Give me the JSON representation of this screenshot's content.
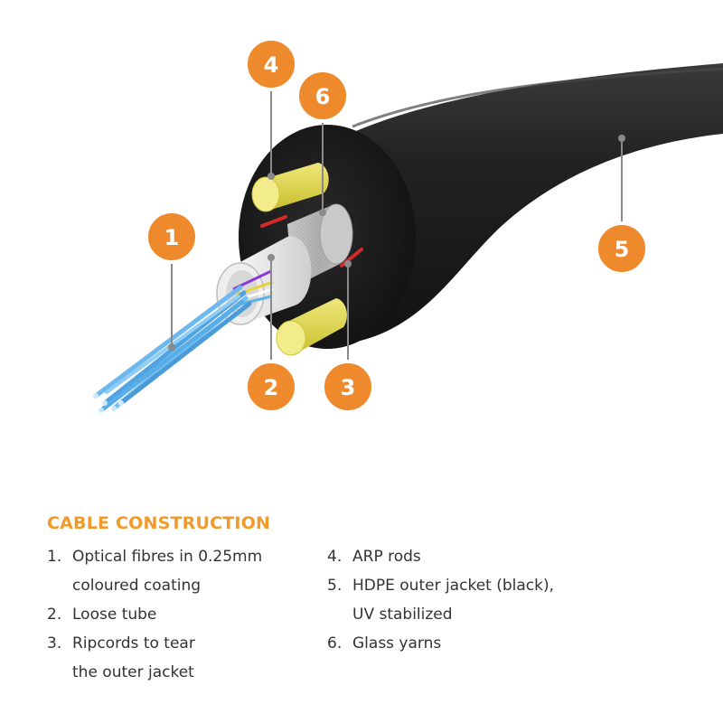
{
  "labels": [
    "1",
    "2",
    "3",
    "4",
    "5",
    "6"
  ],
  "colors": {
    "badge": "#ee8a2c",
    "title": "#f19a2c",
    "jacket": "#1f1f1f",
    "fibre": "#5fb0e8",
    "rod": "#e0d94c",
    "ripcord": "#d42a2a",
    "yarn": "#b9b9b9",
    "tube": "#e9e9e9"
  },
  "legend": {
    "title": "CABLE CONSTRUCTION",
    "items": [
      {
        "num": "1.",
        "line1": "Optical fibres in 0.25mm",
        "line2": "coloured coating"
      },
      {
        "num": "2.",
        "line1": "Loose tube",
        "line2": ""
      },
      {
        "num": "3.",
        "line1": "Ripcords to tear",
        "line2": "the outer jacket"
      },
      {
        "num": "4.",
        "line1": "ARP rods",
        "line2": ""
      },
      {
        "num": "5.",
        "line1": "HDPE outer jacket (black),",
        "line2": "UV stabilized"
      },
      {
        "num": "6.",
        "line1": "Glass yarns",
        "line2": ""
      }
    ]
  }
}
